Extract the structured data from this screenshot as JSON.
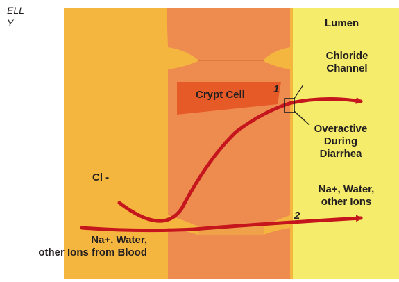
{
  "heading": {
    "line1": "ELL",
    "line2": "Y"
  },
  "labels": {
    "lumen": "Lumen",
    "chloride_channel_line1": "Chloride",
    "chloride_channel_line2": "Channel",
    "crypt_cell": "Crypt Cell",
    "overactive_line1": "Overactive",
    "overactive_line2": "During",
    "overactive_line3": "Diarrhea",
    "cl_ion": "Cl -",
    "na_water_lumen_line1": "Na+, Water,",
    "na_water_lumen_line2": "other Ions",
    "na_water_blood_line1": "Na+. Water,",
    "na_water_blood_line2": "other Ions from Blood"
  },
  "path_numbers": {
    "one": "1",
    "two": "2"
  },
  "colors": {
    "blood_side": "#f5b640",
    "lumen_side": "#f4ec6a",
    "cell_wall": "#ee8c50",
    "crypt_cell_fill": "#e65a28",
    "arrow": "#c4161c"
  }
}
